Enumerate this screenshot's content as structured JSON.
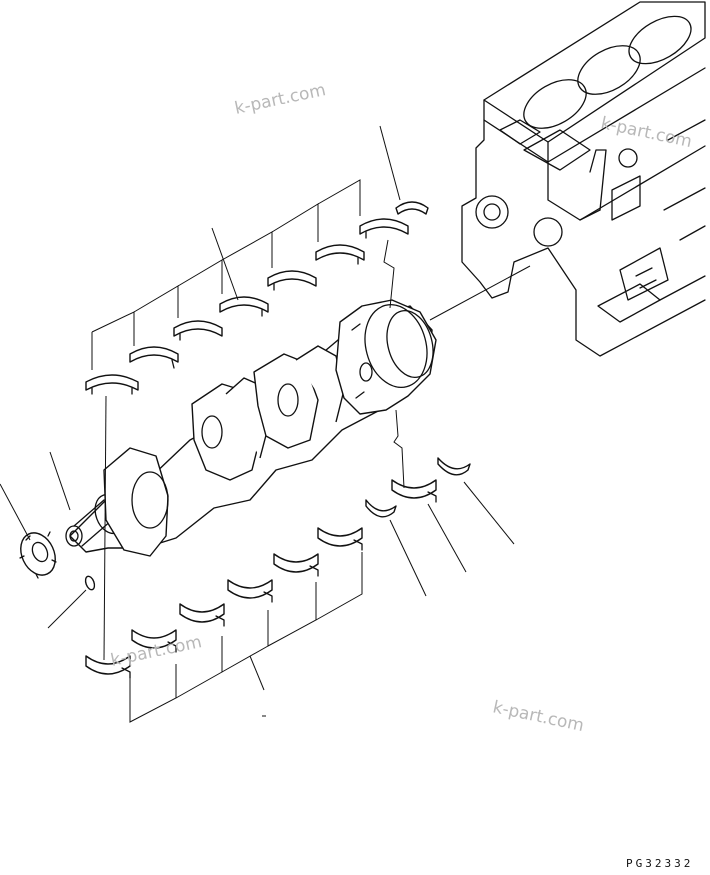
{
  "watermarks": [
    "k-part.com",
    "k-part.com",
    "k-part.com",
    "k-part.com"
  ],
  "drawing_code": "PG32332"
}
